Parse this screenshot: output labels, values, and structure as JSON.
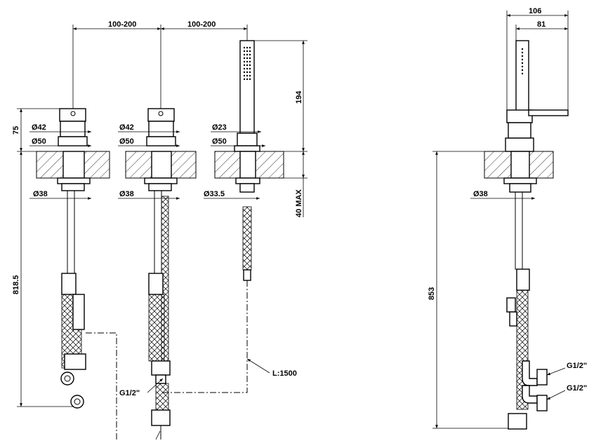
{
  "dimensions": {
    "spacing_left": "100-200",
    "spacing_right": "100-200",
    "height_75": "75",
    "d42_a": "Ø42",
    "d50_a": "Ø50",
    "d38_a": "Ø38",
    "d42_b": "Ø42",
    "d50_b": "Ø50",
    "d38_b": "Ø38",
    "d23": "Ø23",
    "d50_c": "Ø50",
    "d33_5": "Ø33.5",
    "height_194": "194",
    "height_40max": "40 MAX",
    "length_818_5": "818.5",
    "hose_length": "L:1500",
    "thread_left": "G1/2\"",
    "side_106": "106",
    "side_81": "81",
    "side_d38": "Ø38",
    "side_853": "853",
    "side_thread_1": "G1/2\"",
    "side_thread_2": "G1/2\""
  }
}
